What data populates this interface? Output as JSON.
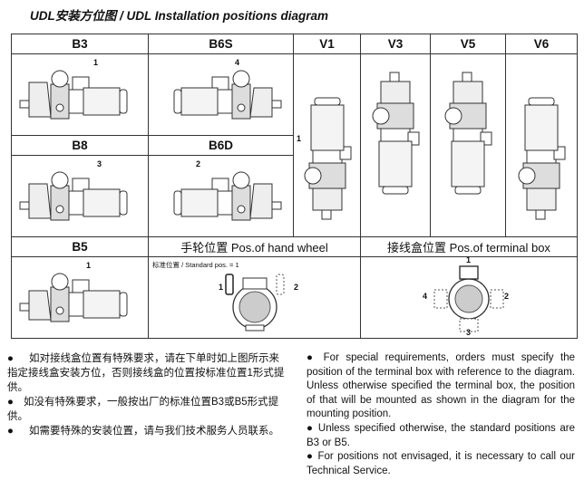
{
  "title": "UDL安装方位图 / UDL Installation positions diagram",
  "positions": {
    "b3": "B3",
    "b6s": "B6S",
    "v1": "V1",
    "v3": "V3",
    "v5": "V5",
    "v6": "V6",
    "b8": "B8",
    "b6d": "B6D",
    "b5": "B5"
  },
  "callouts": {
    "b3": "1",
    "b6s": "4",
    "v1": "1",
    "b8": "3",
    "b6d": "2",
    "b5": "1"
  },
  "hand_wheel": {
    "header": "手轮位置 Pos.of hand wheel",
    "standard": "标准位置 / Standard pos. = 1",
    "pos1": "1",
    "pos2": "2"
  },
  "terminal_box": {
    "header": "接线盒位置 Pos.of terminal box",
    "pos1": "1",
    "pos2": "2",
    "pos3": "3",
    "pos4": "4"
  },
  "notes_cn": [
    "如对接线盒位置有特殊要求，请在下单时如上图所示来指定接线盒安装方位，否则接线盒的位置按标准位置1形式提供。",
    "如没有特殊要求，一般按出厂的标准位置B3或B5形式提供。",
    "如需要特殊的安装位置，请与我们技术服务人员联系。"
  ],
  "notes_en": [
    "For special requirements, orders must specify the position of the terminal box with reference to the diagram. Unless otherwise specified the terminal box, the position of that will be mounted as shown in the diagram for the mounting position.",
    "Unless specified otherwise, the standard positions are B3 or B5.",
    "For positions not envisaged, it is necessary to call our Technical Service."
  ]
}
